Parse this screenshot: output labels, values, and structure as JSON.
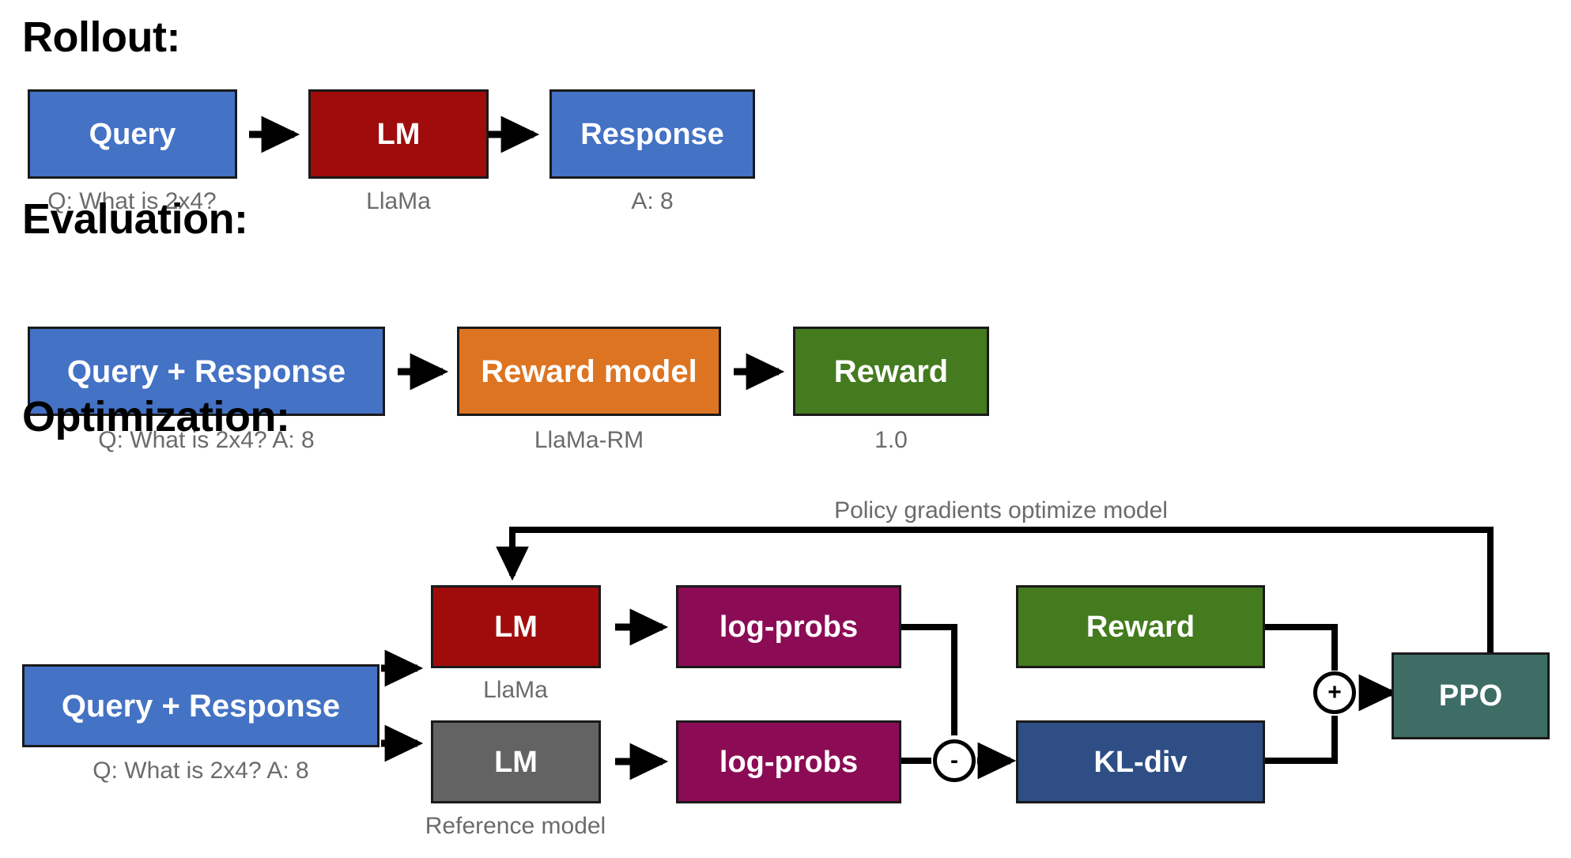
{
  "colors": {
    "blue": "#4472C4",
    "dark_red": "#A00C0C",
    "orange": "#DD7422",
    "green": "#447B1E",
    "magenta": "#8C0B55",
    "gray": "#636363",
    "navy": "#2E4E85",
    "teal": "#3E6D66",
    "caption_gray": "#6b6b6b",
    "stroke": "#1a1a1a"
  },
  "sections": {
    "rollout": {
      "title": "Rollout:",
      "boxes": {
        "query": "Query",
        "lm": "LM",
        "response": "Response"
      },
      "captions": {
        "query": "Q: What is 2x4?",
        "lm": "LlaMa",
        "response": "A: 8"
      }
    },
    "evaluation": {
      "title": "Evaluation:",
      "boxes": {
        "query_response": "Query + Response",
        "reward_model": "Reward model",
        "reward": "Reward"
      },
      "captions": {
        "query_response": "Q: What is 2x4? A: 8",
        "reward_model": "LlaMa-RM",
        "reward": "1.0"
      }
    },
    "optimization": {
      "title": "Optimization:",
      "feedback_label": "Policy gradients optimize model",
      "boxes": {
        "query_response": "Query + Response",
        "lm_policy": "LM",
        "lm_reference": "LM",
        "logprobs_policy": "log-probs",
        "logprobs_reference": "log-probs",
        "reward": "Reward",
        "kl_div": "KL-div",
        "ppo": "PPO"
      },
      "captions": {
        "query_response": "Q: What is 2x4? A: 8",
        "lm_policy": "LlaMa",
        "lm_reference": "Reference model"
      },
      "operators": {
        "subtract": "-",
        "add": "+"
      }
    }
  }
}
